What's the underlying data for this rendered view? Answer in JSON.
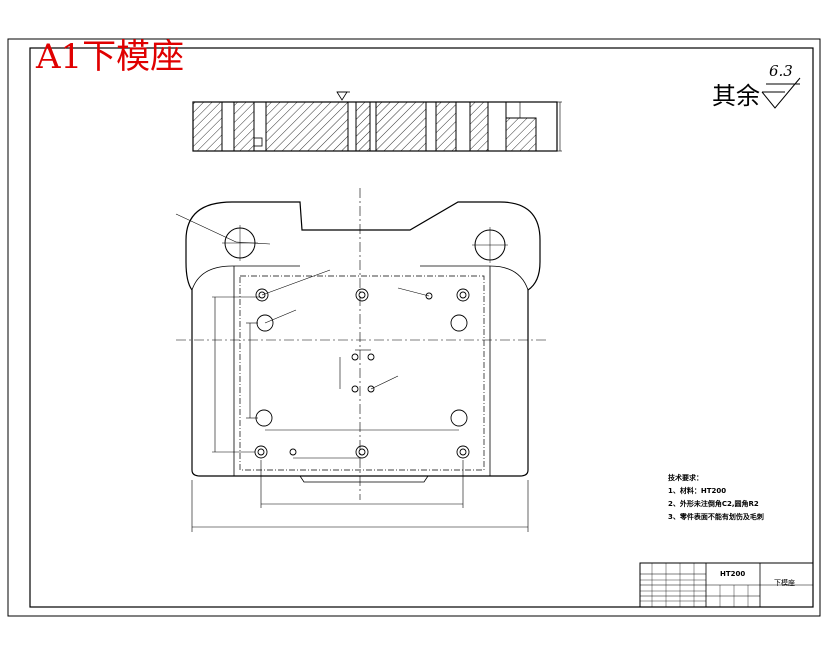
{
  "stamp": "A1下模座",
  "surface": {
    "text": "其余",
    "value": "6.3"
  },
  "notes": {
    "title": "技术要求：",
    "items": [
      "1、材料：HT200",
      "2、外形未注倒角C2,圆角R2",
      "3、零件表面不能有划伤及毛刺"
    ]
  },
  "title_block": {
    "material": "HT200",
    "part_name": "下模座"
  }
}
